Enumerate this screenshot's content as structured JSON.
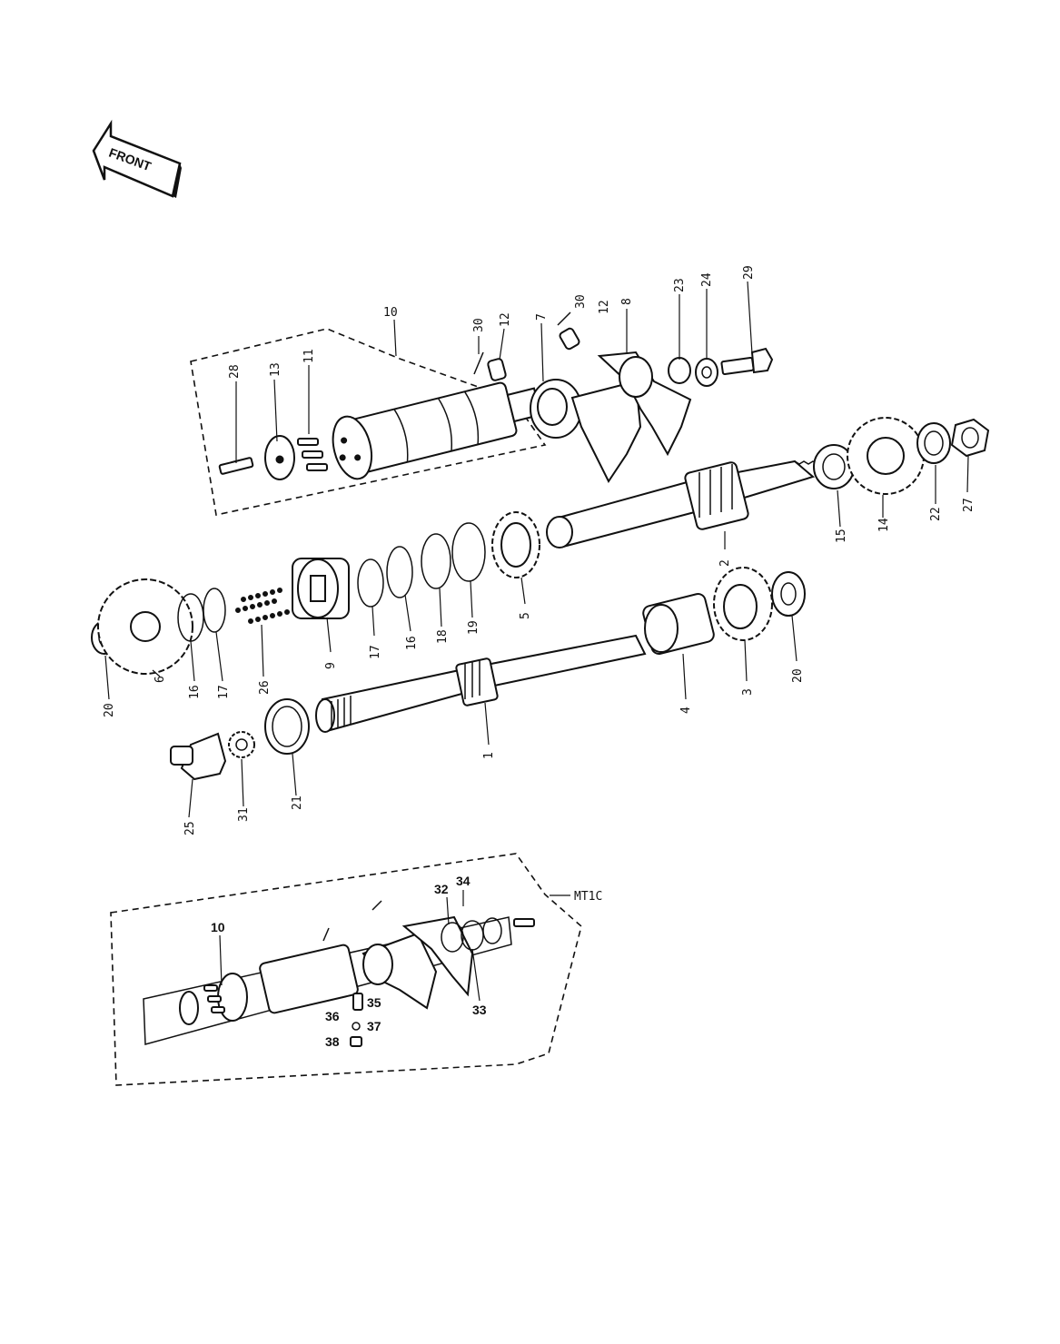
{
  "front_arrow": {
    "label": "FRONT"
  },
  "variant_tag": "MT1C",
  "callouts": {
    "c1": "1",
    "c2": "2",
    "c3": "3",
    "c4": "4",
    "c5": "5",
    "c6": "6",
    "c7": "7",
    "c8": "8",
    "c9": "9",
    "c10": "10",
    "c11": "11",
    "c12a": "12",
    "c12b": "12",
    "c13": "13",
    "c14": "14",
    "c15": "15",
    "c16a": "16",
    "c16b": "16",
    "c17a": "17",
    "c17b": "17",
    "c18": "18",
    "c19": "19",
    "c20a": "20",
    "c20b": "20",
    "c21": "21",
    "c22": "22",
    "c23": "23",
    "c24": "24",
    "c25": "25",
    "c26": "26",
    "c27": "27",
    "c28": "28",
    "c29": "29",
    "c30a": "30",
    "c30b": "30",
    "c31": "31",
    "i10": "10",
    "i32": "32",
    "i33": "33",
    "i34": "34",
    "i35": "35",
    "i36": "36",
    "i37": "37",
    "i38": "38"
  }
}
